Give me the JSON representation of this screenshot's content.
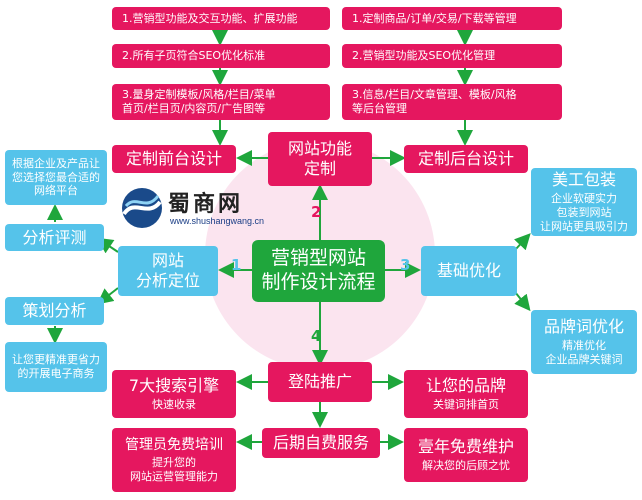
{
  "colors": {
    "pink": "#e5175f",
    "blue": "#55c3ea",
    "green": "#1fa63c",
    "line": "#1fa63c",
    "num_pink": "#e5175f",
    "num_blue": "#55c3ea",
    "num_green": "#1fa63c"
  },
  "logo": {
    "name": "蜀商网",
    "url": "www.shushangwang.cn",
    "icon": "globe-swoosh-logo-icon"
  },
  "center": {
    "line1": "营销型网站",
    "line2": "制作设计流程"
  },
  "numbers": {
    "n1": "1",
    "n2": "2",
    "n3": "3",
    "n4": "4"
  },
  "top_center": {
    "line1": "网站功能",
    "line2": "定制"
  },
  "left_top_col": {
    "items": [
      "1.营销型功能及交互功能、扩展功能",
      "2.所有子页符合SEO优化标准",
      "3.量身定制模板/风格/栏目/菜单",
      "首页/栏目页/内容页/广告图等"
    ],
    "title": "定制前台设计"
  },
  "right_top_col": {
    "items": [
      "1.定制商品/订单/交易/下载等管理",
      "2.营销型功能及SEO优化管理",
      "3.信息/栏目/文章管理、模板/风格",
      "等后台管理"
    ],
    "title": "定制后台设计"
  },
  "left_side": {
    "note_top": [
      "根据企业及产品让",
      "您选择您最合适的",
      "网络平台"
    ],
    "analysis": "分析评测",
    "position": {
      "line1": "网站",
      "line2": "分析定位"
    },
    "plan": "策划分析",
    "note_bottom": [
      "让您更精准更省力",
      "的开展电子商务"
    ]
  },
  "right_side": {
    "art": {
      "title": "美工包装",
      "lines": [
        "企业软硬实力",
        "包装到网站",
        "让网站更具吸引力"
      ]
    },
    "basic": "基础优化",
    "brand": {
      "title": "品牌词优化",
      "lines": [
        "精准优化",
        "企业品牌关键词"
      ]
    }
  },
  "bottom": {
    "launch": "登陆推广",
    "search": {
      "title": "7大搜索引擎",
      "sub": "快速收录"
    },
    "brand_rank": {
      "title": "让您的品牌",
      "sub": "关键词排首页"
    },
    "service": "后期自费服务",
    "training": {
      "title": "管理员免费培训",
      "lines": [
        "提升您的",
        "网站运营管理能力"
      ]
    },
    "maintain": {
      "title": "壹年免费维护",
      "sub": "解决您的后顾之忧"
    }
  }
}
